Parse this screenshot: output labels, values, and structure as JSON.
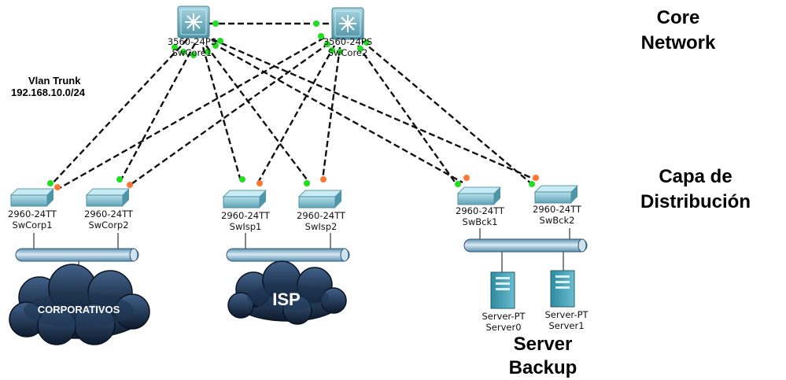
{
  "titles": {
    "core_line1": "Core",
    "core_line2": "Network",
    "dist_line1": "Capa de",
    "dist_line2": "Distribución",
    "backup_line1": "Server",
    "backup_line2": "Backup"
  },
  "vlan": {
    "line1": "Vlan Trunk",
    "line2": "192.168.10.0/24"
  },
  "core_switches": [
    {
      "model": "3560-24PS",
      "name": "SwCore1"
    },
    {
      "model": "3560-24PS",
      "name": "SwCore2"
    }
  ],
  "access_switches": [
    {
      "model": "2960-24TT",
      "name": "SwCorp1"
    },
    {
      "model": "2960-24TT",
      "name": "SwCorp2"
    },
    {
      "model": "2960-24TT",
      "name": "SwIsp1"
    },
    {
      "model": "2960-24TT",
      "name": "SwIsp2"
    },
    {
      "model": "2960-24TT",
      "name": "SwBck1"
    },
    {
      "model": "2960-24TT",
      "name": "SwBck2"
    }
  ],
  "servers": [
    {
      "model": "Server-PT",
      "name": "Server0"
    },
    {
      "model": "Server-PT",
      "name": "Server1"
    }
  ],
  "clouds": {
    "corporativos": "CORPORATIVOS",
    "isp": "ISP"
  },
  "colors": {
    "link_up": "#22dd22",
    "link_down": "#ff7733",
    "switch_body": "#6fb3c4",
    "cloud": "#1f3350"
  }
}
